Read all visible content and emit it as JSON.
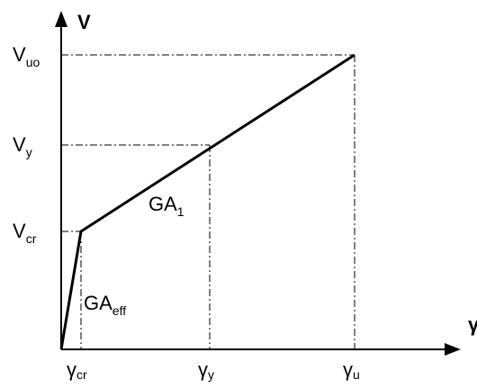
{
  "chart_data": {
    "type": "line",
    "y_axis_label": "V",
    "x_axis_label": "γ",
    "curve": {
      "points": [
        "origin",
        "cr",
        "u"
      ],
      "segment_labels": [
        {
          "base": "GA",
          "sub": "eff",
          "segment": "origin-cr"
        },
        {
          "base": "GA",
          "sub": "1",
          "segment": "cr-u"
        }
      ]
    },
    "y_ticks": [
      {
        "base": "V",
        "sub": "uo",
        "ref": "u"
      },
      {
        "base": "V",
        "sub": "y",
        "ref": "y"
      },
      {
        "base": "V",
        "sub": "cr",
        "ref": "cr"
      }
    ],
    "x_ticks": [
      {
        "base": "γ",
        "sub": "cr",
        "ref": "cr"
      },
      {
        "base": "γ",
        "sub": "y",
        "ref": "y"
      },
      {
        "base": "γ",
        "sub": "u",
        "ref": "u"
      }
    ]
  }
}
